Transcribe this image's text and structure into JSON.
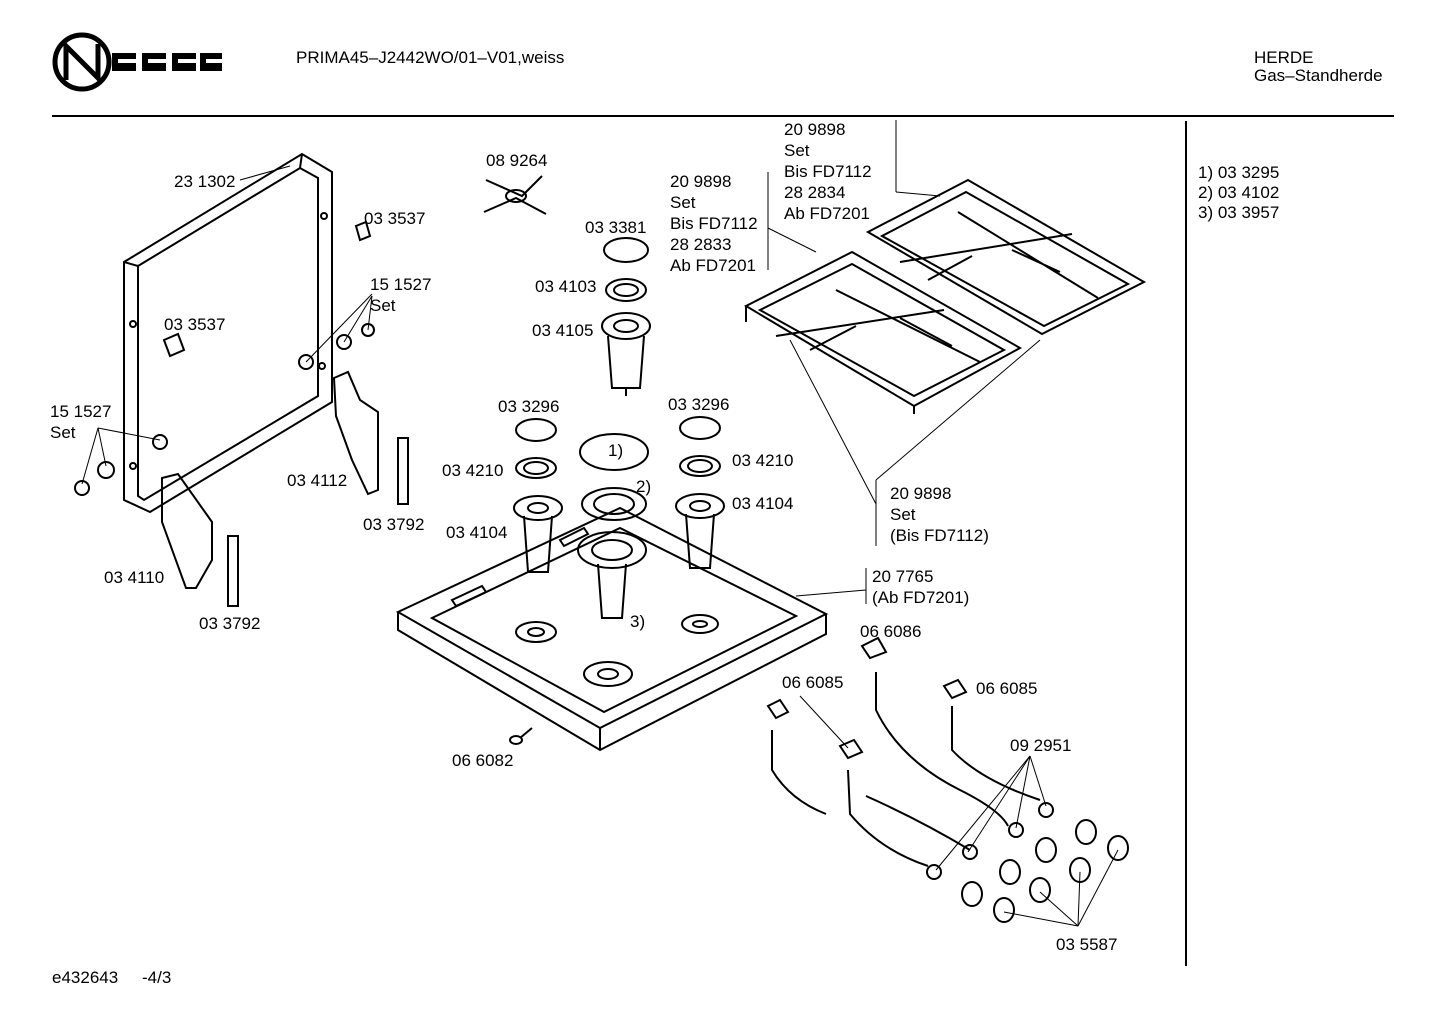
{
  "header": {
    "logo_text": "NEFF",
    "model": "PRIMA45–J2442WO/01–V01,weiss",
    "category": "HERDE",
    "subcategory": "Gas–Standherde"
  },
  "footer": {
    "drawing_id": "e432643",
    "sheet": "-4/3"
  },
  "notes": [
    "1) 03 3295",
    "2) 03 4102",
    "3) 03 3957"
  ],
  "labels": {
    "p231302": "23 1302",
    "p089264": "08 9264",
    "p033537a": "03 3537",
    "p033537b": "03 3537",
    "p151527a": "15 1527",
    "set_a": "Set",
    "p151527b": "15 1527",
    "set_b": "Set",
    "p033381": "03 3381",
    "p034103": "03 4103",
    "p034105": "03 4105",
    "p033296a": "03 3296",
    "p033296b": "03 3296",
    "p034210a": "03 4210",
    "p034210b": "03 4210",
    "p034104a": "03 4104",
    "p034104b": "03 4104",
    "m1": "1)",
    "m2": "2)",
    "m3": "3)",
    "p034112": "03 4112",
    "p033792a": "03 3792",
    "p034110": "03 4110",
    "p033792b": "03 3792",
    "p066082": "06 6082",
    "p066086": "06 6086",
    "p066085a": "06 6085",
    "p066085b": "06 6085",
    "p092951": "09 2951",
    "p035587": "03 5587"
  },
  "stacks": {
    "grid_left": [
      "20 9898",
      "Set",
      "Bis FD7112",
      "28 2833",
      "Ab FD7201"
    ],
    "grid_right": [
      "20 9898",
      "Set",
      "Bis FD7112",
      "28 2834",
      "Ab FD7201"
    ],
    "set_bottom": [
      "20 9898",
      "Set",
      "(Bis FD7112)"
    ],
    "tray": [
      "20 7765",
      "(Ab FD7201)"
    ]
  }
}
